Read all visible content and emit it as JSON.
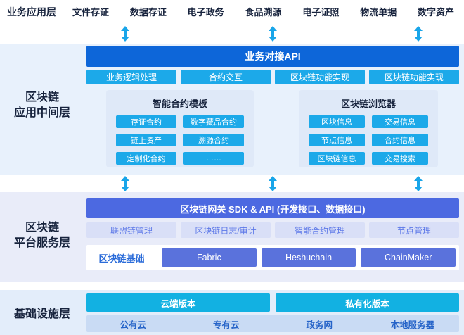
{
  "colors": {
    "api_bar_blue": "#0d66d9",
    "function_cyan": "#1ca9e9",
    "gateway_indigo": "#4c69e1",
    "management_lavender": "#d9dff7",
    "management_text": "#5e79e8",
    "chain_indigo": "#5a72dc",
    "version_cyan": "#12b1e2",
    "env_strip_blue": "#c9dbf4",
    "env_text": "#2563c8",
    "arrow_cyan": "#18a5e9",
    "panel_app_bg": "#e8f1fc",
    "panel_platform_bg": "#e9ecf9",
    "panel_infra_bg": "#e3edfa",
    "card_bg": "#dfe9f8",
    "dark_text": "#17233d"
  },
  "top": {
    "layer_label": "业务应用层",
    "tabs": [
      {
        "label": "文件存证"
      },
      {
        "label": "数据存证"
      },
      {
        "label": "电子政务"
      },
      {
        "label": "食品溯源"
      },
      {
        "label": "电子证照"
      },
      {
        "label": "物流单据"
      },
      {
        "label": "数字资产"
      }
    ]
  },
  "app_layer": {
    "label_line1": "区块链",
    "label_line2": "应用中间层",
    "api_bar": "业务对接API",
    "functions": [
      {
        "label": "业务逻辑处理"
      },
      {
        "label": "合约交互"
      },
      {
        "label": "区块链功能实现"
      },
      {
        "label": "区块链功能实现"
      }
    ],
    "cards": [
      {
        "title": "智能合约模板",
        "items": [
          {
            "label": "存证合约"
          },
          {
            "label": "数字藏品合约"
          },
          {
            "label": "链上资产"
          },
          {
            "label": "溯源合约"
          },
          {
            "label": "定制化合约"
          },
          {
            "label": "……"
          }
        ]
      },
      {
        "title": "区块链浏览器",
        "items": [
          {
            "label": "区块信息"
          },
          {
            "label": "交易信息"
          },
          {
            "label": "节点信息"
          },
          {
            "label": "合约信息"
          },
          {
            "label": "区块链信息"
          },
          {
            "label": "交易搜索"
          }
        ]
      }
    ]
  },
  "platform_layer": {
    "label_line1": "区块链",
    "label_line2": "平台服务层",
    "gateway_bar": "区块链网关 SDK & API (开发接口、数据接口)",
    "management": [
      {
        "label": "联盟链管理"
      },
      {
        "label": "区块链日志/审计"
      },
      {
        "label": "智能合约管理"
      },
      {
        "label": "节点管理"
      }
    ],
    "base_label": "区块链基础",
    "chains": [
      {
        "label": "Fabric"
      },
      {
        "label": "Heshuchain"
      },
      {
        "label": "ChainMaker"
      }
    ]
  },
  "infra_layer": {
    "label": "基础设施层",
    "versions": [
      {
        "label": "云端版本"
      },
      {
        "label": "私有化版本"
      }
    ],
    "environments": [
      {
        "label": "公有云"
      },
      {
        "label": "专有云"
      },
      {
        "label": "政务网"
      },
      {
        "label": "本地服务器"
      }
    ]
  }
}
